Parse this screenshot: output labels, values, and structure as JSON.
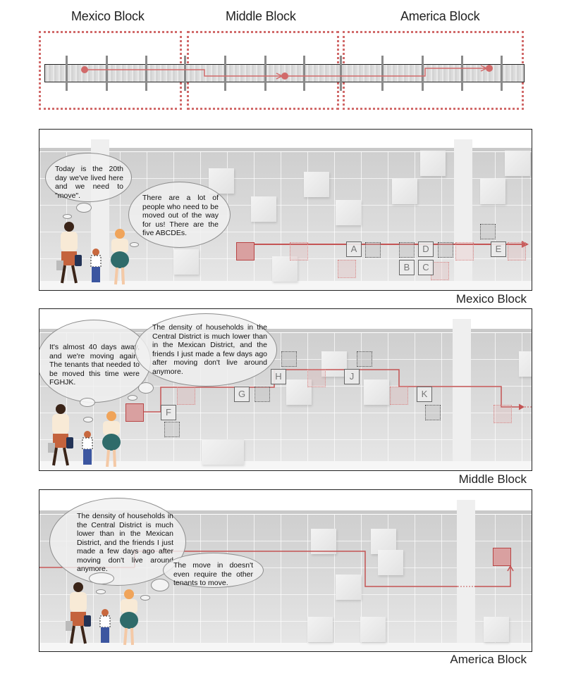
{
  "overview": {
    "titles": [
      "Mexico Block",
      "Middle Block",
      "America Block"
    ],
    "accent_color": "#d16a6a",
    "route_color": "#c45454"
  },
  "panels": [
    {
      "label": "Mexico Block",
      "bubbles": [
        "Today is the 20th day we've lived here and we need to \"move\".",
        "There are a lot of people who need to be moved out of the way for us! There are the five ABCDEs."
      ],
      "tenants": [
        "A",
        "B",
        "C",
        "D",
        "E"
      ]
    },
    {
      "label": "Middle Block",
      "bubbles": [
        "It's almost 40 days away, and we're moving again. The tenants that needed to be moved this time were FGHJK.",
        "The density of households in the Central District is much lower than in the Mexican District, and the friends I just made a few days ago after moving don't live around anymore."
      ],
      "tenants": [
        "F",
        "G",
        "H",
        "J",
        "K"
      ]
    },
    {
      "label": "America Block",
      "bubbles": [
        "The density of households in the Central District is much lower than in the Mexican District, and the friends I just made a few days ago after moving don't live around anymore.",
        "The move in doesn't even require the other tenants to move."
      ],
      "tenants": []
    }
  ]
}
